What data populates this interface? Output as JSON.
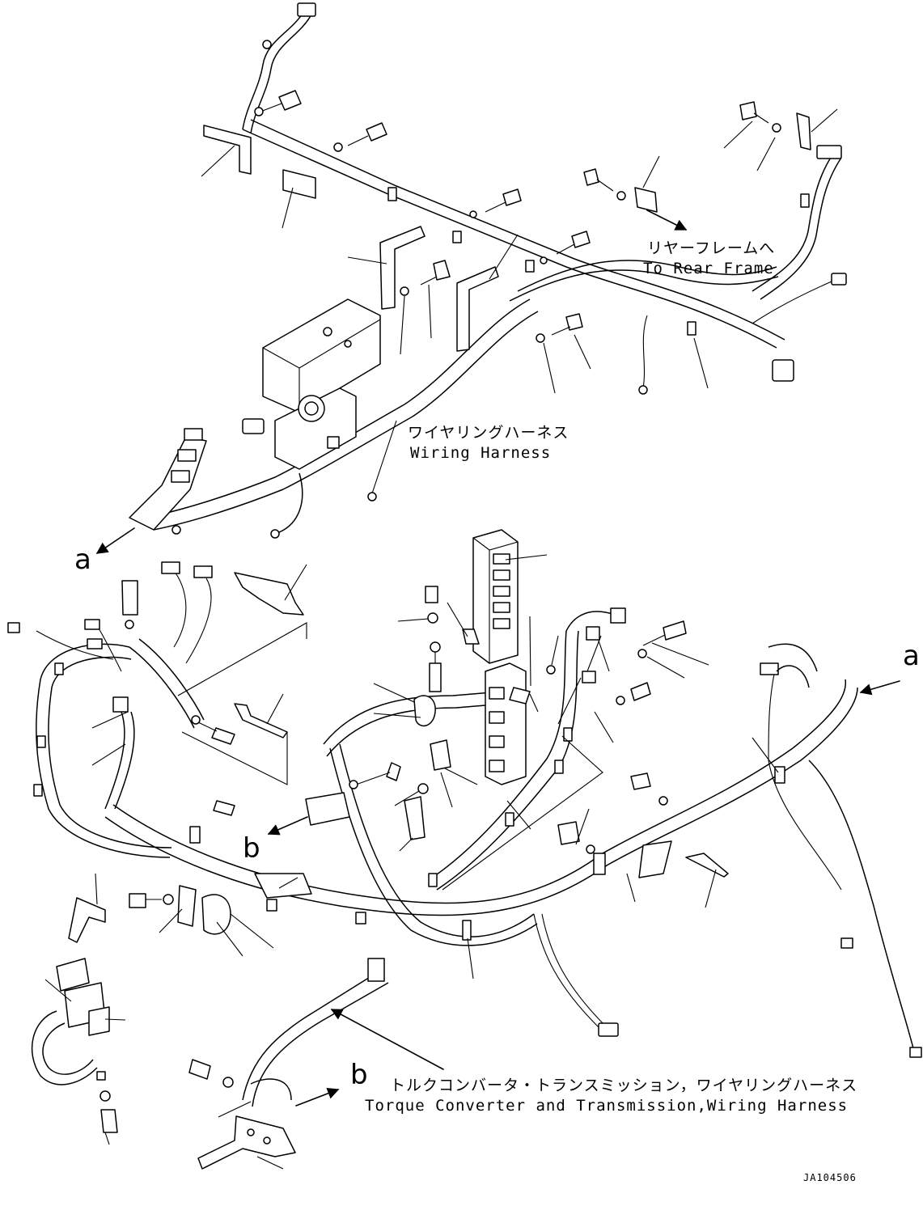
{
  "labels": {
    "rear_frame_jp": "リヤーフレームへ",
    "rear_frame_en": "To Rear Frame",
    "wiring_harness_jp": "ワイヤリングハーネス",
    "wiring_harness_en": "Wiring Harness",
    "torque_converter_jp": "トルクコンバータ・トランスミッション，ワイヤリングハーネス",
    "torque_converter_en": "Torque Converter and Transmission,Wiring Harness",
    "ref_a_left": "a",
    "ref_a_right": "a",
    "ref_b_left": "b",
    "ref_b_bottom": "b",
    "drawing_code": "JA104506"
  }
}
